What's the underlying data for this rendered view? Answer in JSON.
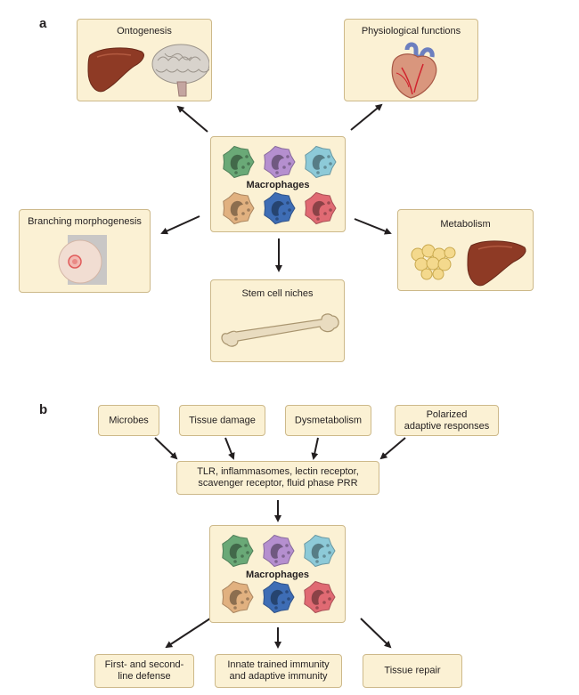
{
  "panel_a": {
    "label": "a",
    "center_label": "Macrophages",
    "functions": [
      {
        "id": "ontogenesis",
        "title": "Ontogenesis"
      },
      {
        "id": "physiological",
        "title": "Physiological functions"
      },
      {
        "id": "branching",
        "title": "Branching morphogenesis"
      },
      {
        "id": "metabolism",
        "title": "Metabolism"
      },
      {
        "id": "stem",
        "title": "Stem cell niches"
      }
    ]
  },
  "panel_b": {
    "label": "b",
    "center_label": "Macrophages",
    "inputs": [
      "Microbes",
      "Tissue damage",
      "Dysmetabolism",
      "Polarized\nadaptive responses"
    ],
    "receptors": "TLR, inflammasomes, lectin receptor,\nscavenger receptor, fluid phase PRR",
    "outputs": [
      "First- and second-\nline defense",
      "Innate trained immunity\nand adaptive immunity",
      "Tissue repair"
    ]
  },
  "colors": {
    "box_fill": "#fbf1d4",
    "box_border": "#cdb98a",
    "cells": [
      "#6aa977",
      "#b58fcf",
      "#8dcad8",
      "#e1b180",
      "#3e6db5",
      "#e06a73"
    ]
  }
}
